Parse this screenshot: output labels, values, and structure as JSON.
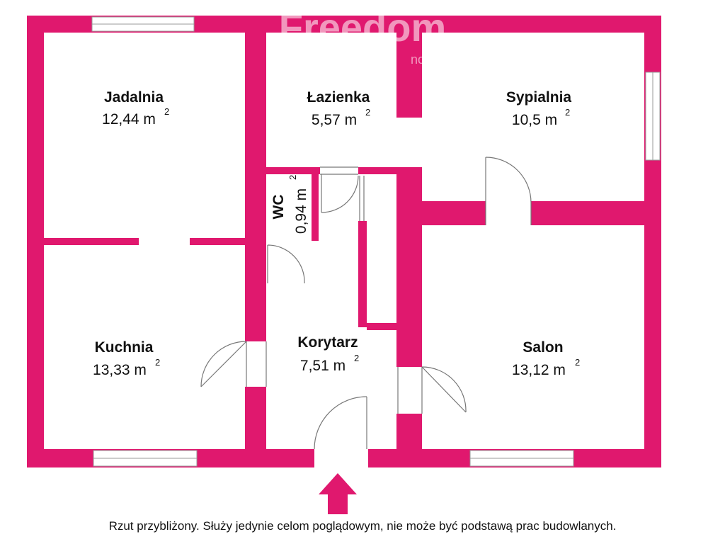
{
  "colors": {
    "wall": "#e0186e",
    "background": "#ffffff",
    "text": "#111111"
  },
  "watermark": {
    "brand": "Freedom",
    "sub": "nom"
  },
  "rooms": {
    "jadalnia": {
      "name": "Jadalnia",
      "area": "12,44 m",
      "unit_sup": "2"
    },
    "lazienka": {
      "name": "Łazienka",
      "area": "5,57 m",
      "unit_sup": "2"
    },
    "sypialnia": {
      "name": "Sypialnia",
      "area": "10,5 m",
      "unit_sup": "2"
    },
    "wc": {
      "name": "WC",
      "area": "0,94 m",
      "unit_sup": "2"
    },
    "kuchnia": {
      "name": "Kuchnia",
      "area": "13,33 m",
      "unit_sup": "2"
    },
    "korytarz": {
      "name": "Korytarz",
      "area": "7,51 m",
      "unit_sup": "2"
    },
    "salon": {
      "name": "Salon",
      "area": "13,12 m",
      "unit_sup": "2"
    }
  },
  "entrance": {
    "icon": "entrance-arrow-icon"
  },
  "disclaimer": "Rzut przybliżony. Służy jedynie celom poglądowym, nie może być podstawą prac budowlanych."
}
